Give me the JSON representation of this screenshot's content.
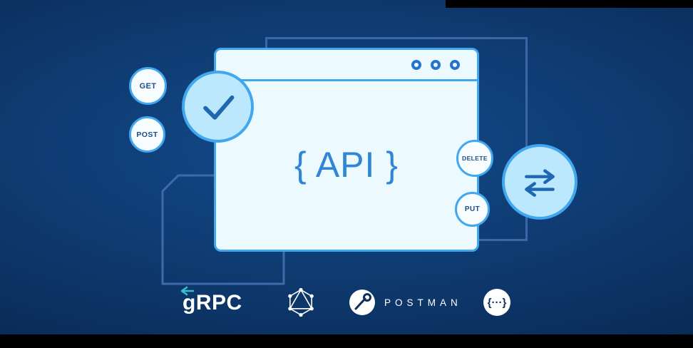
{
  "illustration": {
    "window": {
      "title": "{ API }",
      "dots_count": 3
    },
    "method_badges": [
      {
        "id": "get",
        "label": "GET"
      },
      {
        "id": "post",
        "label": "POST"
      },
      {
        "id": "delete",
        "label": "DELETE"
      },
      {
        "id": "put",
        "label": "PUT"
      }
    ],
    "icons": {
      "check": "checkmark-icon",
      "sync": "transfer-arrows-icon",
      "window_dots": "window-dot-icon",
      "rect_outline": "background-rectangle-outline",
      "folder_outline": "background-folder-outline"
    }
  },
  "logos": {
    "grpc": "gRPC",
    "grpc_arrow_icon": "grpc-arrow-icon",
    "graphql_icon": "graphql-logo-icon",
    "postman": "POSTMAN",
    "postman_icon": "postman-logo-icon",
    "api_braces": "{···}"
  },
  "colors": {
    "background_center": "#134a8a",
    "background_edge": "#071f42",
    "accent_blue": "#41a7ee",
    "light_circle_fill": "#bce8fd",
    "window_fill": "#ecf9ff",
    "dark_icon_blue": "#1f67b0",
    "badge_text": "#1d4e89",
    "api_text": "#2e86d4",
    "outline_shape": "#3e6aaa",
    "logo_white": "#ffffff",
    "grpc_arrow_teal": "#35c0d0",
    "letterbox_black": "#000000"
  }
}
